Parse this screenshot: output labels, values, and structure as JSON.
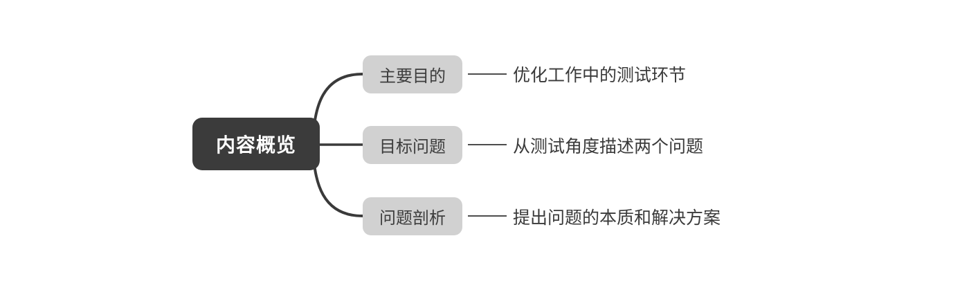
{
  "mindmap": {
    "root": {
      "label": "内容概览"
    },
    "branches": [
      {
        "node": "主要目的",
        "note": "优化工作中的测试环节"
      },
      {
        "node": "目标问题",
        "note": "从测试角度描述两个问题"
      },
      {
        "node": "问题剖析",
        "note": "提出问题的本质和解决方案"
      }
    ],
    "colors": {
      "background": "#ffffff",
      "root_fill": "#3b3b3b",
      "root_text": "#ffffff",
      "branch_fill": "#d1d1d1",
      "branch_text": "#3d3d3d",
      "note_text": "#3a3a3a",
      "branch_link_stroke": "#3a3a3a",
      "note_link_stroke": "#4d4d4d"
    }
  }
}
